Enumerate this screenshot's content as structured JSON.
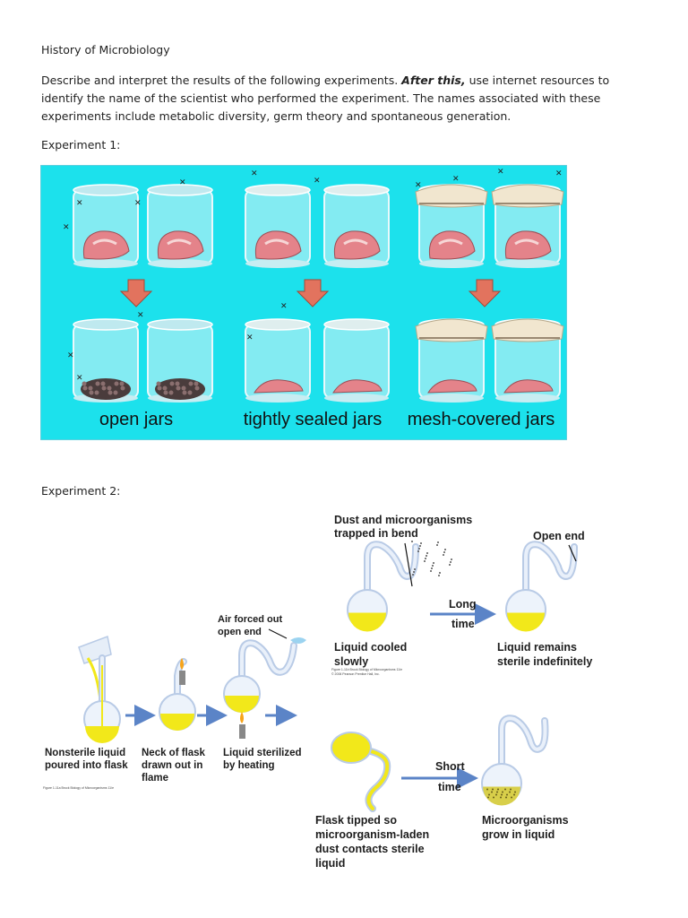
{
  "doc": {
    "title": "History of Microbiology",
    "intro_a": "Describe and interpret the results of the following experiments. ",
    "intro_bold": "After this,",
    "intro_b": " use internet resources to identify the name of the scientist who performed the experiment.  The names associated with these experiments include metabolic diversity, germ theory and spontaneous generation.",
    "exp1_heading": "Experiment 1:",
    "exp2_heading": "Experiment 2:"
  },
  "exp1": {
    "labels": [
      "open jars",
      "tightly sealed jars",
      "mesh-covered jars"
    ],
    "colors": {
      "background": "#1ce1ec",
      "arrow": "#e2735e",
      "meat": "#e4838a"
    }
  },
  "exp2": {
    "dust_label_1": "Dust and microorganisms",
    "dust_label_2": "trapped in bend",
    "open_end": "Open end",
    "long_1": "Long",
    "long_2": "time",
    "cooled_1": "Liquid cooled",
    "cooled_2": "slowly",
    "remains_1": "Liquid remains",
    "remains_2": "sterile indefinitely",
    "credit_1": "Figure 1-11b Brock Biology of Microorganisms 11/e",
    "credit_2": "© 2006 Pearson Prentice Hall, Inc.",
    "air_1": "Air forced out",
    "air_2": "open end",
    "nonsterile_1": "Nonsterile liquid",
    "nonsterile_2": "poured into flask",
    "neck_1": "Neck of flask",
    "neck_2": "drawn out in",
    "neck_3": "flame",
    "heating_1": "Liquid sterilized",
    "heating_2": "by heating",
    "credit_3": "Figure 1-11a Brock Biology of Microorganisms 11/e",
    "short_1": "Short",
    "short_2": "time",
    "tipped_1": "Flask tipped so",
    "tipped_2": "microorganism-laden",
    "tipped_3": "dust contacts sterile",
    "tipped_4": "liquid",
    "grow_1": "Microorganisms",
    "grow_2": "grow in liquid",
    "colors": {
      "liquid": "#f2e81a",
      "arrow": "#5b84c7",
      "flask": "#b9cbe6"
    }
  }
}
